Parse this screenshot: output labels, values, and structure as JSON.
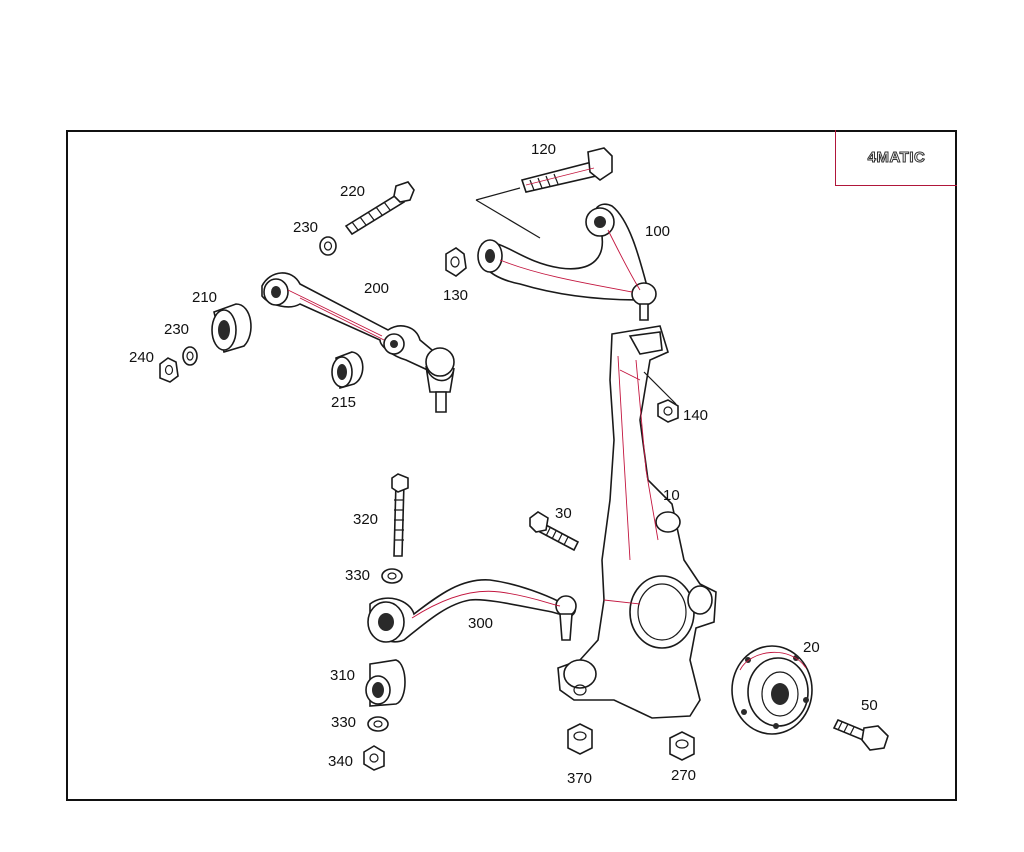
{
  "badge": {
    "text": "4MATIC"
  },
  "part_numbers": [
    "120",
    "220",
    "230",
    "100",
    "130",
    "200",
    "210",
    "230",
    "240",
    "215",
    "140",
    "10",
    "320",
    "30",
    "330",
    "300",
    "20",
    "310",
    "330",
    "50",
    "340",
    "370",
    "270"
  ]
}
